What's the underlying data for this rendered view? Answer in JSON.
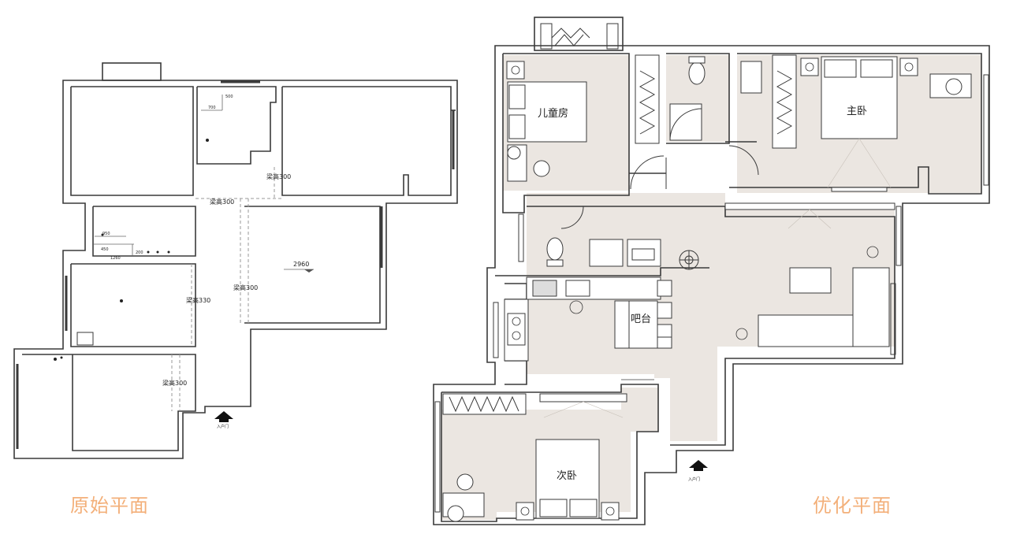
{
  "captions": {
    "original": "原始平面",
    "optimized": "优化平面"
  },
  "original_plan": {
    "beam_labels": [
      "梁高300",
      "梁高300",
      "梁高300",
      "梁高330",
      "梁高300"
    ],
    "dimensions": [
      "700",
      "500",
      "950",
      "450",
      "1260",
      "200",
      "2960"
    ],
    "entrance": "入户门"
  },
  "optimized_plan": {
    "rooms": {
      "children_room": "儿童房",
      "master_bedroom": "主卧",
      "bar": "吧台",
      "second_bedroom": "次卧"
    },
    "entrance": "入户门"
  },
  "colors": {
    "caption": "#f3b07a",
    "floor_fill": "#ebe6e1",
    "wall": "#3a3a3a",
    "dim_line": "#9a9a9a"
  }
}
